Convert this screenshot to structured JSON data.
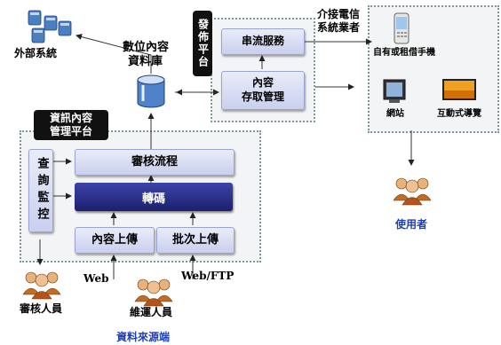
{
  "external_system": {
    "label": "外部系統"
  },
  "repository": {
    "label_line1": "數位內容",
    "label_line2": "資料庫"
  },
  "publish_platform": {
    "label": "發佈平台"
  },
  "streaming_service": {
    "label": "串流服務"
  },
  "content_access": {
    "label_line1": "內容",
    "label_line2": "存取管理"
  },
  "carrier": {
    "label_line1": "介接電信",
    "label_line2": "系統業者"
  },
  "devices": {
    "phone_label": "自有或租借手機",
    "web_label": "網站",
    "interactive_label": "互動式導覽"
  },
  "end_user": {
    "label": "使用者"
  },
  "mgmt_platform": {
    "label_line1": "資訊內容",
    "label_line2": "管理平台"
  },
  "review_flow": {
    "label": "審核流程"
  },
  "transcode": {
    "label": "轉碼"
  },
  "query_monitor": {
    "label": "查詢監控"
  },
  "content_upload": {
    "label": "內容上傳"
  },
  "batch_upload": {
    "label": "批次上傳"
  },
  "reviewer": {
    "label": "審核人員"
  },
  "maintainer": {
    "label": "維運人員"
  },
  "web_left": {
    "label": "Web"
  },
  "web_ftp": {
    "label": "Web/FTP"
  },
  "data_source": {
    "label": "資料來源端"
  },
  "colors": {
    "dark_button": "#1c1f6e",
    "pale_button": "#c9d0ee",
    "accent_text": "#1f3fb5",
    "frame": "#7a9a9a"
  }
}
